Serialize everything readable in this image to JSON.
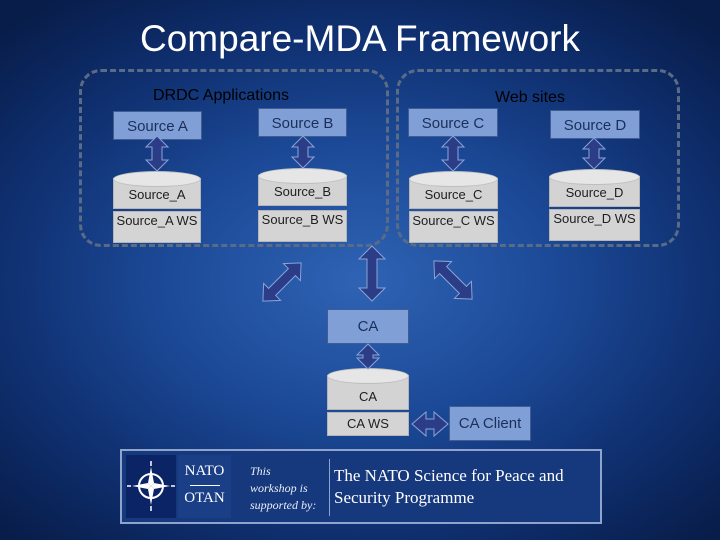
{
  "title": "Compare-MDA Framework",
  "groups": {
    "drdc": "DRDC Applications",
    "web": "Web sites"
  },
  "sources": [
    {
      "label": "Source A",
      "db": "Source_A",
      "ws": "Source_A WS"
    },
    {
      "label": "Source B",
      "db": "Source_B",
      "ws": "Source_B WS"
    },
    {
      "label": "Source C",
      "db": "Source_C",
      "ws": "Source_C WS"
    },
    {
      "label": "Source D",
      "db": "Source_D",
      "ws": "Source_D WS"
    }
  ],
  "ca": {
    "label": "CA",
    "db": "CA",
    "ws": "CA WS",
    "client": "CA Client"
  },
  "footer": {
    "nato_line1": "NATO",
    "nato_line2": "OTAN",
    "tagline": "This workshop is supported by:",
    "programme": "The NATO Science for Peace and Security Programme"
  },
  "colors": {
    "arrow": "#2b3d86",
    "box": "#7f9fd6",
    "database": "#d3d3d3",
    "border_dash": "#5a6b86"
  },
  "icons": {
    "nato_emblem": "nato-compass-star-icon"
  }
}
